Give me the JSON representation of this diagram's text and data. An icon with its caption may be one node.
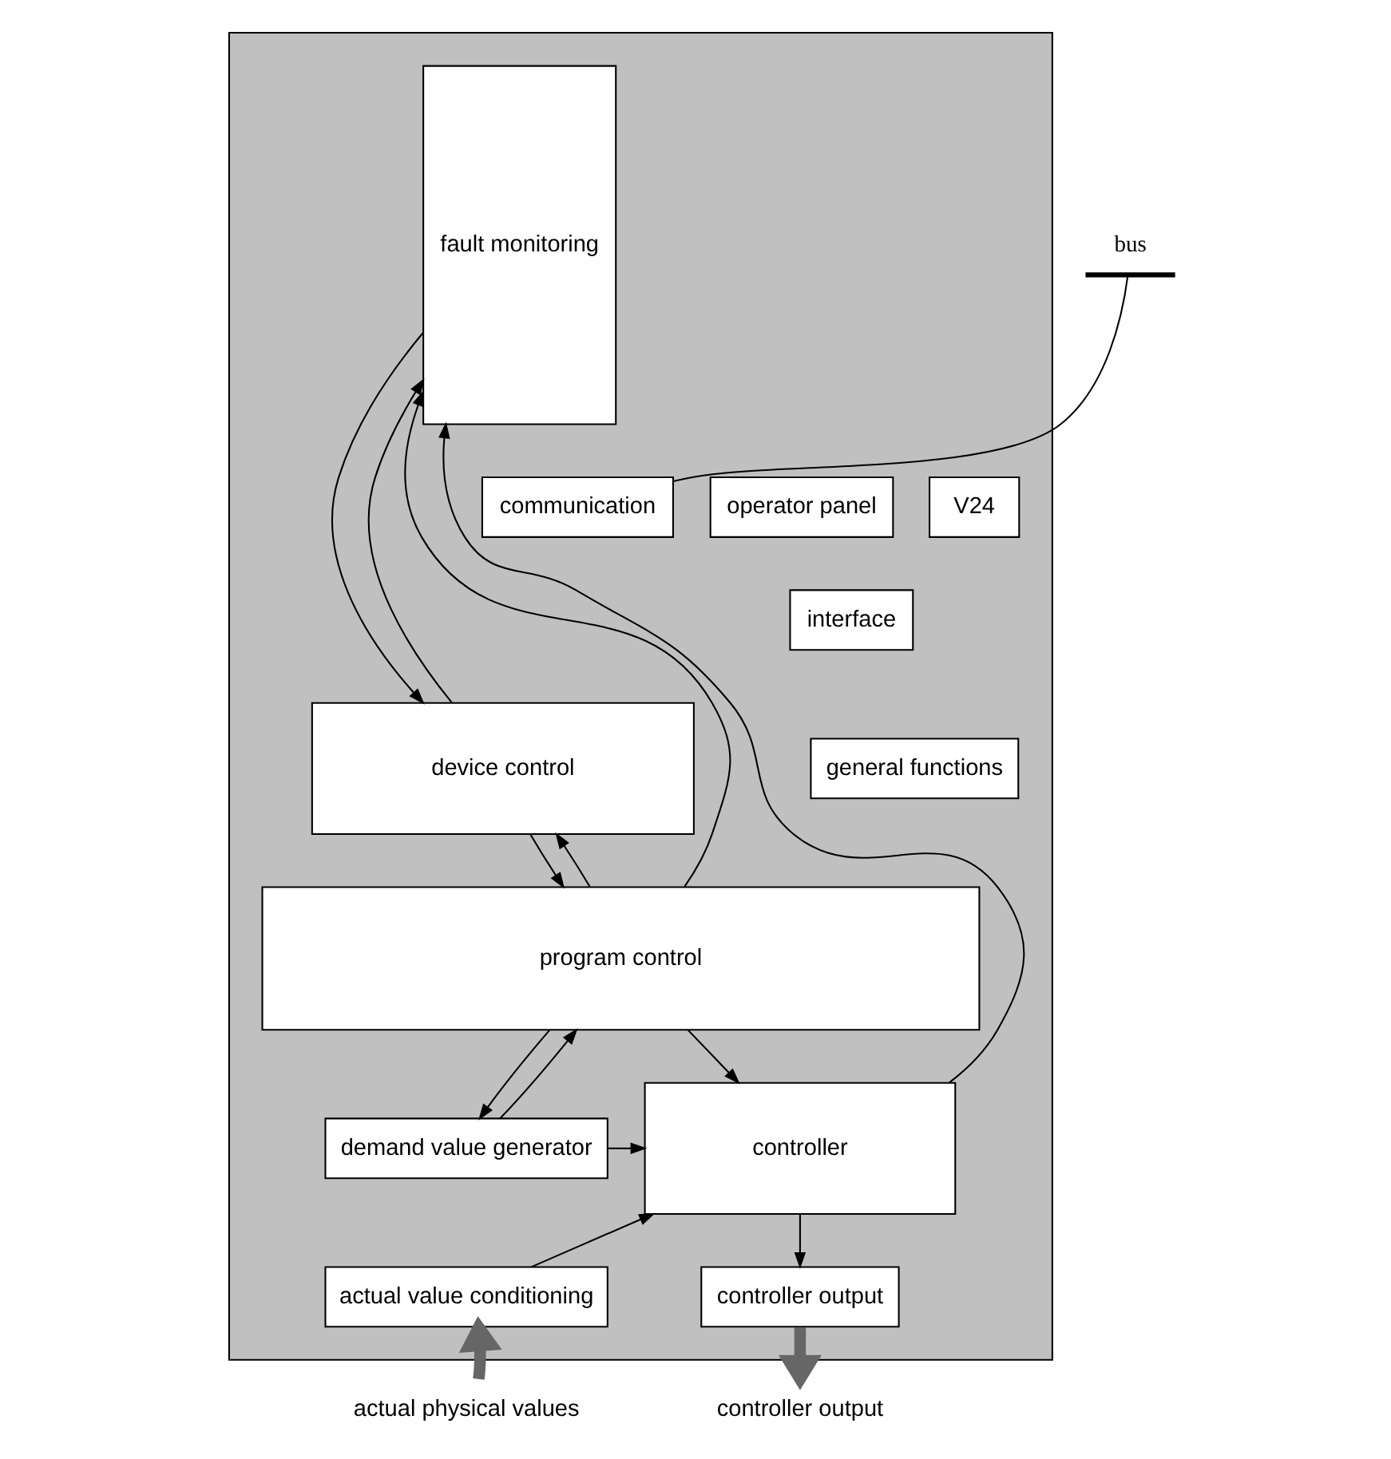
{
  "diagram": {
    "nodes": [
      {
        "text": [],
        "shape": "box"
      },
      {
        "text": [
          "bus"
        ]
      },
      {
        "text": [
          "V24"
        ],
        "in": 0
      },
      {
        "text": [
          "operator panel"
        ],
        "in": 0
      },
      {
        "text": [
          "communication"
        ],
        "in": 0
      },
      {
        "text": [
          "interface"
        ],
        "in": 0
      },
      {
        "text": [
          "fault monitoring"
        ],
        "in": 0
      },
      {
        "text": [
          "device control"
        ],
        "in": 0
      },
      {
        "text": [
          "general functions"
        ],
        "in": 0
      },
      {
        "text": [
          "program control"
        ],
        "in": 0
      },
      {
        "text": [
          "controller"
        ],
        "in": 0
      },
      {
        "text": [
          "demand value generator"
        ],
        "in": 0
      },
      {
        "text": [
          "actual value conditioning"
        ],
        "in": 0
      },
      {
        "text": [
          "controller output"
        ],
        "in": 0
      },
      {
        "text": [
          "controller output"
        ]
      },
      {
        "text": [
          "actual physical values"
        ]
      }
    ],
    "edges": [
      {
        "from": 1,
        "to": 4,
        "arrow": "none"
      },
      {
        "from": 6,
        "to": 7,
        "arrow": "to"
      },
      {
        "from": 7,
        "to": 6,
        "arrow": "to"
      },
      {
        "from": 9,
        "to": 7,
        "arrow": "to"
      },
      {
        "from": 7,
        "to": 9,
        "arrow": "to"
      },
      {
        "from": 9,
        "to": 6,
        "arrow": "to"
      },
      {
        "from": 9,
        "to": 10,
        "arrow": "to"
      },
      {
        "from": 11,
        "to": 9,
        "arrow": "to"
      },
      {
        "from": 9,
        "to": 11,
        "arrow": "to"
      },
      {
        "from": 11,
        "to": 10,
        "arrow": "to"
      },
      {
        "from": 12,
        "to": 10,
        "arrow": "to"
      },
      {
        "from": 10,
        "to": 6,
        "arrow": "to"
      },
      {
        "from": 10,
        "to": 13,
        "arrow": "to"
      },
      {
        "from": 13,
        "to": 14,
        "arrow": "to",
        "style": "thick",
        "color": "#666666"
      },
      {
        "from": 15,
        "to": 12,
        "arrow": "to",
        "style": "thick",
        "color": "#666666"
      }
    ]
  }
}
